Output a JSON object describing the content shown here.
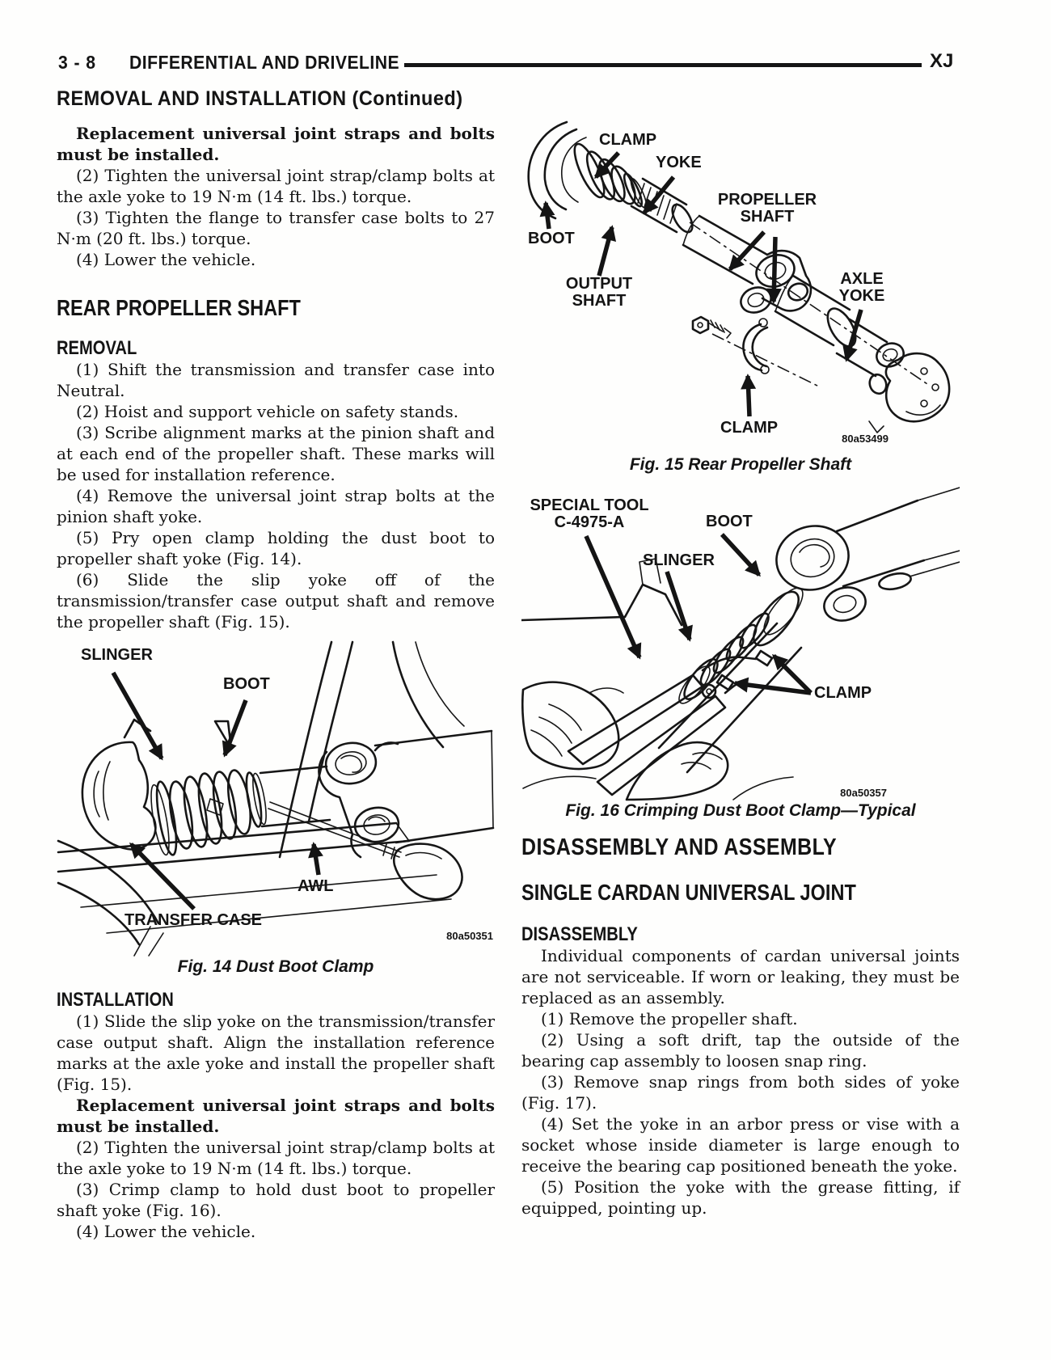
{
  "header": {
    "page_number": "3 - 8",
    "section_title": "DIFFERENTIAL AND DRIVELINE",
    "model_code": "XJ",
    "continued_heading": "REMOVAL AND INSTALLATION (Continued)"
  },
  "left": {
    "note_straps": "Replacement universal joint straps and bolts must be installed.",
    "top_steps": [
      "(2) Tighten the universal joint strap/clamp bolts at the axle yoke to 19 N·m (14 ft. lbs.) torque.",
      "(3) Tighten the flange to transfer case bolts to 27 N·m (20 ft. lbs.) torque.",
      "(4) Lower the vehicle."
    ],
    "rear_propeller_heading": "REAR PROPELLER SHAFT",
    "removal_heading": "REMOVAL",
    "removal_steps": [
      "(1) Shift the transmission and transfer case into Neutral.",
      "(2) Hoist and support vehicle on safety stands.",
      "(3) Scribe alignment marks at the pinion shaft and at each end of the propeller shaft. These marks will be used for installation reference.",
      "(4) Remove the universal joint strap bolts at the pinion shaft yoke.",
      "(5) Pry open clamp holding the dust boot to propeller shaft yoke (Fig. 14).",
      "(6) Slide the slip yoke off of the transmission/transfer case output shaft and remove the propeller shaft (Fig. 15)."
    ],
    "installation_heading": "INSTALLATION",
    "installation_step1": "(1) Slide the slip yoke on the transmission/transfer case output shaft. Align the installation reference marks at the axle yoke and install the propeller shaft (Fig. 15).",
    "note_straps2": "Replacement universal joint straps and bolts must be installed.",
    "installation_steps": [
      "(2) Tighten the universal joint strap/clamp bolts at the axle yoke to 19 N·m (14 ft. lbs.) torque.",
      "(3) Crimp clamp to hold dust boot to propeller shaft yoke (Fig. 16).",
      "(4) Lower the vehicle."
    ]
  },
  "right": {
    "disassembly_assembly_heading": "DISASSEMBLY AND ASSEMBLY",
    "single_cardan_heading": "SINGLE CARDAN UNIVERSAL JOINT",
    "disassembly_heading": "DISASSEMBLY",
    "disassembly_intro": "Individual components of cardan universal joints are not serviceable. If worn or leaking, they must be replaced as an assembly.",
    "disassembly_steps": [
      "(1) Remove the propeller shaft.",
      "(2) Using a soft drift, tap the outside of the bearing cap assembly to loosen snap ring.",
      "(3) Remove snap rings from both sides of yoke (Fig. 17).",
      "(4) Set the yoke in an arbor press or vise with a socket whose inside diameter is large enough to receive the bearing cap positioned beneath the yoke.",
      "(5) Position the yoke with the grease fitting, if equipped, pointing up."
    ]
  },
  "figures": {
    "fig14": {
      "caption": "Fig. 14 Dust Boot Clamp",
      "code": "80a50351",
      "labels": {
        "slinger": "SLINGER",
        "boot": "BOOT",
        "awl": "AWL",
        "transfer_case": "TRANSFER CASE"
      }
    },
    "fig15": {
      "caption": "Fig. 15 Rear Propeller Shaft",
      "code": "80a53499",
      "labels": {
        "clamp_top": "CLAMP",
        "yoke": "YOKE",
        "propeller_shaft": "PROPELLER SHAFT",
        "boot": "BOOT",
        "output_shaft": "OUTPUT SHAFT",
        "axle_yoke": "AXLE YOKE",
        "clamp_bottom": "CLAMP"
      }
    },
    "fig16": {
      "caption": "Fig. 16 Crimping Dust Boot Clamp—Typical",
      "code": "80a50357",
      "labels": {
        "special_tool": "SPECIAL TOOL C-4975-A",
        "boot": "BOOT",
        "slinger": "SLINGER",
        "clamp": "CLAMP"
      }
    }
  }
}
